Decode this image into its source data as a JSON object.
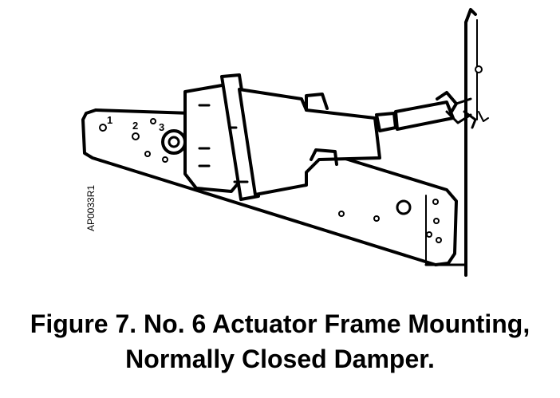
{
  "figure": {
    "id_code": "AP0033R1",
    "hole_labels": [
      "1",
      "2",
      "3"
    ]
  },
  "caption": {
    "line1": "Figure 7.  No. 6 Actuator Frame Mounting,",
    "line2": "Normally Closed Damper."
  }
}
